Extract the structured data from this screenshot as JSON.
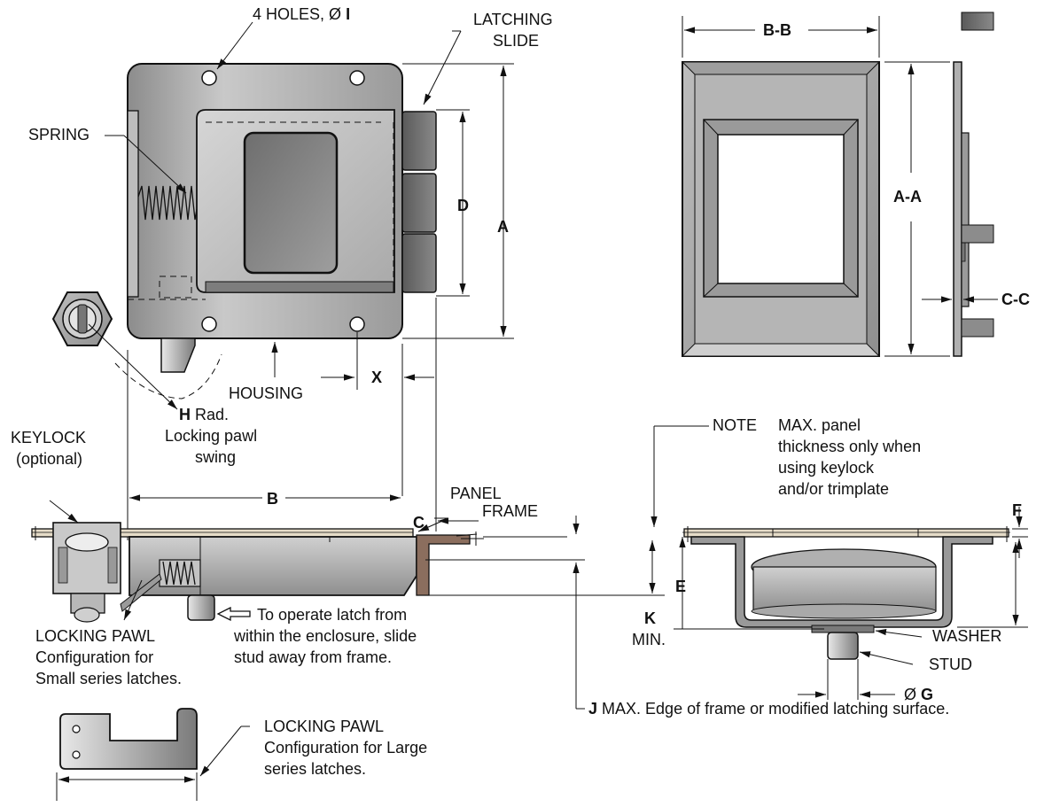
{
  "labels": {
    "holes_prefix": "4 HOLES, Ø",
    "holes_dim": "I",
    "latching_1": "LATCHING",
    "latching_2": "SLIDE",
    "spring": "SPRING",
    "dim_d": "D",
    "dim_a": "A",
    "housing": "HOUSING",
    "dim_x": "X",
    "dim_h": "H",
    "rad": "Rad.",
    "pawl_swing_1": "Locking pawl",
    "pawl_swing_2": "swing",
    "dim_c": "C",
    "keylock_1": "KEYLOCK",
    "keylock_2": "(optional)",
    "dim_b": "B",
    "panel": "PANEL",
    "frame": "FRAME",
    "operate_1": "To operate latch from",
    "operate_2": "within the enclosure, slide",
    "operate_3": "stud away from frame.",
    "pawl_small_1": "LOCKING PAWL",
    "pawl_small_2": "Configuration for",
    "pawl_small_3": "Small series latches.",
    "dim_bb": "B-B",
    "dim_aa": "A-A",
    "dim_cc": "C-C",
    "note": "NOTE",
    "note_text_1": "MAX. panel",
    "note_text_2": "thickness only when",
    "note_text_3": "using keylock",
    "note_text_4": "and/or trimplate",
    "dim_f": "F",
    "dim_e": "E",
    "dim_k": "K",
    "min": "MIN.",
    "washer": "WASHER",
    "stud": "STUD",
    "dia_prefix": "Ø",
    "dim_g": "G",
    "dim_j": "J",
    "j_text": "MAX. Edge of frame or modified latching surface.",
    "pawl_large_1": "LOCKING PAWL",
    "pawl_large_2": "Configuration for Large",
    "pawl_large_3": "series latches."
  }
}
